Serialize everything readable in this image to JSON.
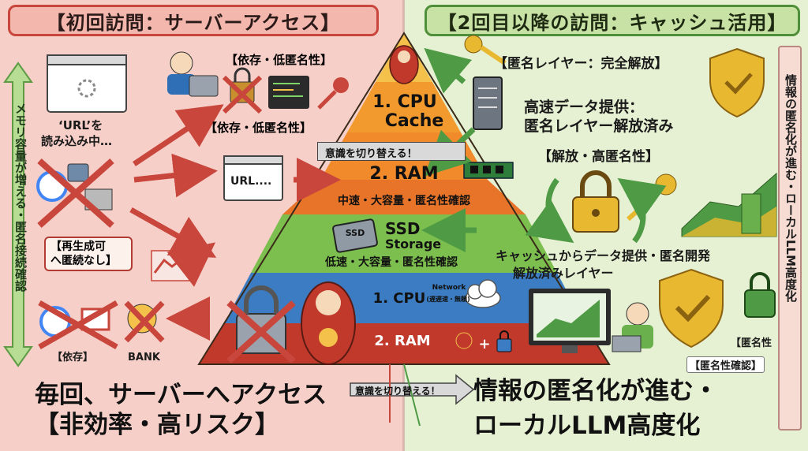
{
  "headers": {
    "left": "【初回訪問：サーバーアクセス】",
    "right": "【2回目以降の訪問：キャッシュ活用】"
  },
  "vertical": {
    "left": "メモリ容量が増える・匿名接続確認",
    "right": "情報の匿名化が進む・ローカルLLM高度化"
  },
  "left_labels": {
    "url_loading_1": "‘URL’を",
    "url_loading_2": "読み込み中…",
    "dependency_low_anonymity_top": "【依存・低匿名性】",
    "dependency_low_anonymity_mid": "【依存・低匿名性】",
    "url_box": "URL....",
    "regen_1": "【再生成可",
    "regen_2": "へ匿続なし】",
    "dependency": "【依存】",
    "bank": "BANK"
  },
  "pyramid": {
    "cpu_cache_1": "1. CPU",
    "cpu_cache_2": "Cache",
    "switch_consciousness": "意識を切り替える！",
    "ram": "2. RAM",
    "ram_desc": "中速・大容量・匿名性確認",
    "ssd_icon": "SSD",
    "ssd_1": "SSD",
    "ssd_2": "Storage",
    "ssd_desc": "低速・大容量・匿名性確認",
    "cpu_network": "1. CPU",
    "network_label": "Network",
    "network_sub": "(遅遅速・無頼)",
    "ram_bottom": "2. RAM"
  },
  "right_labels": {
    "anon_layer": "【匿名レイヤー：完全解放】",
    "fast_data_1": "高速データ提供：",
    "fast_data_2": "匿名レイヤー解放済み",
    "release_high_anon": "【解放・高匿名性】",
    "cache_data_1": "キャッシュからデータ提供・匿名開発",
    "cache_data_2": "解放済みレイヤー",
    "anonymity": "【匿名性",
    "anonymity_confirm": "【匿名性確認】"
  },
  "bottom": {
    "left_1": "毎回、サーバーへアクセス",
    "left_2": "【非効率・高リスク】",
    "switch": "意識を切り替える！",
    "right_1": "情報の匿名化が進む・",
    "right_2": "ローカルLLM高度化"
  },
  "colors": {
    "left_bg": "#f6cfc8",
    "right_bg": "#e6f1d3",
    "pyramid_top": "#f29a2e",
    "pyramid_ram": "#e8742a",
    "pyramid_ssd": "#7cbf4e",
    "pyramid_bottom": "#3b7cc2",
    "pyramid_base": "#c0392b",
    "arrow_red": "#c8463c",
    "arrow_green": "#4f9a44"
  }
}
